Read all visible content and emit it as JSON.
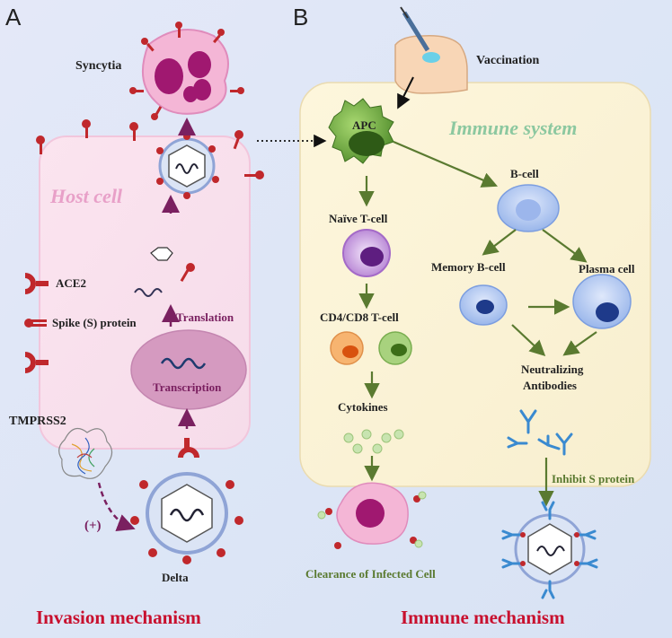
{
  "panels": {
    "a": "A",
    "b": "B"
  },
  "invasion": {
    "syncytia": "Syncytia",
    "host_cell": "Host cell",
    "ace2": "ACE2",
    "spike": "Spike (S) protein",
    "translation": "Translation",
    "transcription": "Transcription",
    "tmprss2": "TMPRSS2",
    "plus": "(+)",
    "delta": "Delta",
    "title": "Invasion mechanism"
  },
  "immune": {
    "vaccination": "Vaccination",
    "immune_system": "Immune system",
    "apc": "APC",
    "naive_t": "Naïve T-cell",
    "cd4_cd8": "CD4/CD8 T-cell",
    "cytokines": "Cytokines",
    "clearance": "Clearance of Infected Cell",
    "b_cell": "B-cell",
    "memory_b": "Memory B-cell",
    "plasma": "Plasma cell",
    "neutralizing_1": "Neutralizing",
    "neutralizing_2": "Antibodies",
    "inhibit": "Inhibit S protein",
    "title": "Immune mechanism"
  },
  "colors": {
    "spike_red": "#c0282c",
    "arrow_purple": "#7a2060",
    "arrow_green": "#5a7a30",
    "title_red": "#c8102e"
  }
}
